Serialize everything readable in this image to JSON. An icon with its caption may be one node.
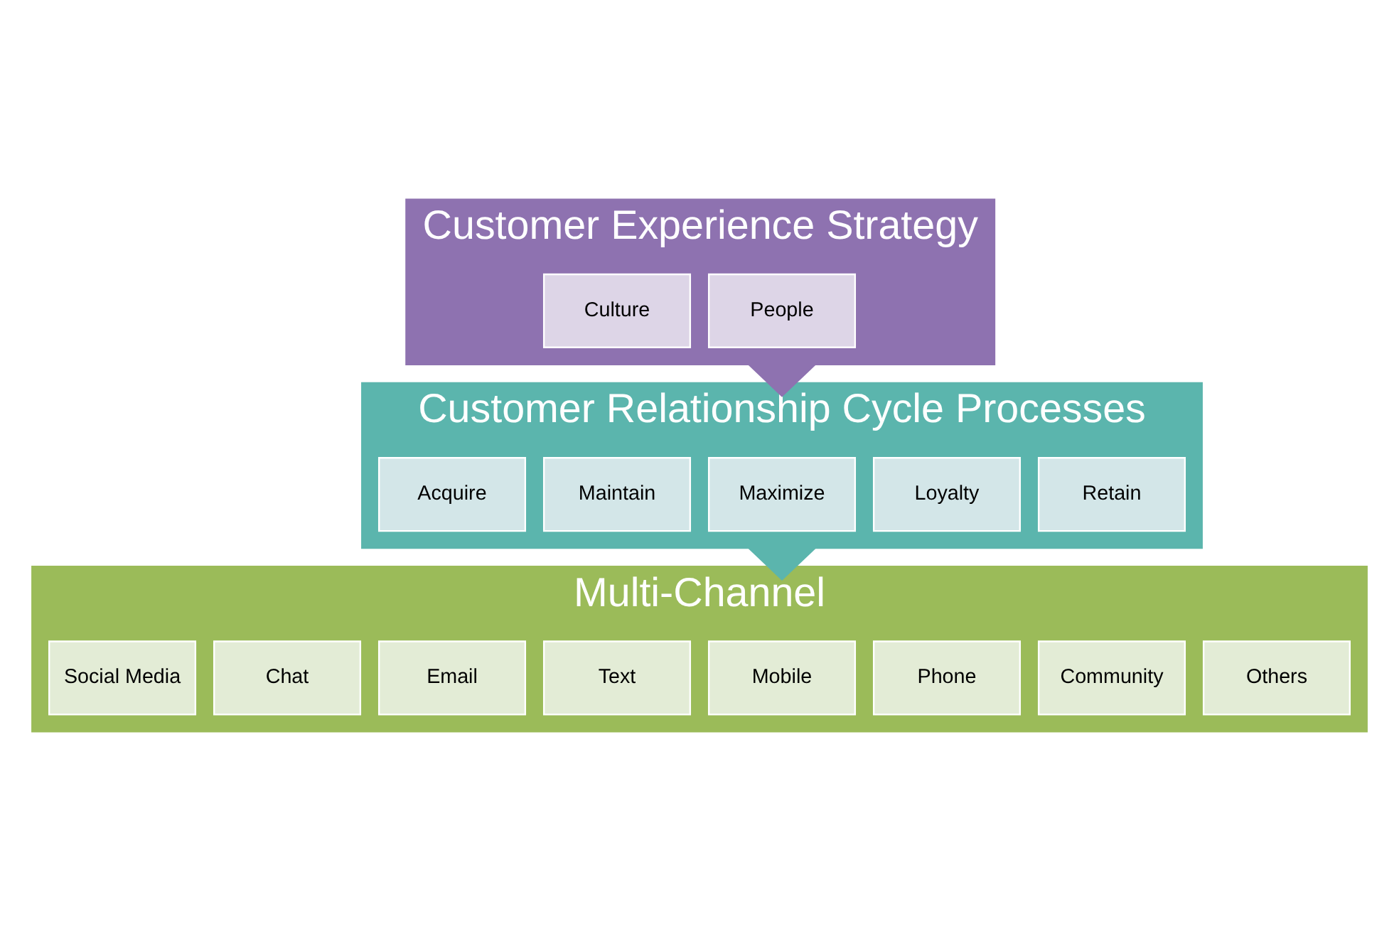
{
  "diagram": {
    "nodes": [
      {
        "text": [
          "Customer Experience Strategy"
        ]
      },
      {
        "text": [
          "Culture"
        ],
        "in": 0
      },
      {
        "text": [
          "People"
        ],
        "in": 0
      },
      {
        "text": [
          "Customer Relationship Cycle Processes"
        ]
      },
      {
        "text": [
          "Acquire"
        ],
        "in": 3
      },
      {
        "text": [
          "Maintain"
        ],
        "in": 3
      },
      {
        "text": [
          "Maximize"
        ],
        "in": 3
      },
      {
        "text": [
          "Loyalty"
        ],
        "in": 3
      },
      {
        "text": [
          "Retain"
        ],
        "in": 3
      },
      {
        "text": [
          "Multi-Channel"
        ]
      },
      {
        "text": [
          "Social Media"
        ],
        "in": 9
      },
      {
        "text": [
          "Chat"
        ],
        "in": 9
      },
      {
        "text": [
          "Email"
        ],
        "in": 9
      },
      {
        "text": [
          "Text"
        ],
        "in": 9
      },
      {
        "text": [
          "Mobile"
        ],
        "in": 9
      },
      {
        "text": [
          "Phone"
        ],
        "in": 9
      },
      {
        "text": [
          "Community"
        ],
        "in": 9
      },
      {
        "text": [
          "Others"
        ],
        "in": 9
      }
    ],
    "edges": [
      {
        "from": 0,
        "to": 3,
        "arrow": "to",
        "style": "thick",
        "color": "#8e72b0"
      },
      {
        "from": 3,
        "to": 9,
        "arrow": "to",
        "style": "thick",
        "color": "#5bb5ad"
      }
    ]
  }
}
